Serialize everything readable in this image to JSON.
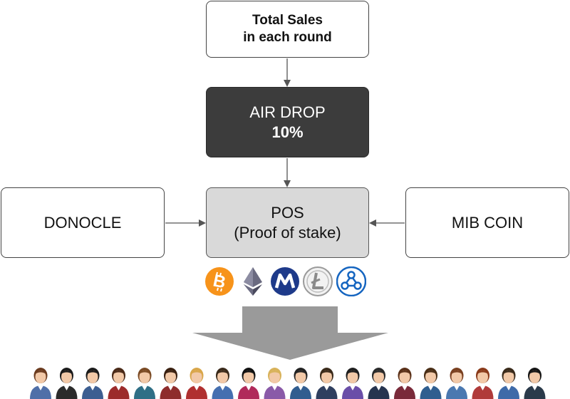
{
  "nodes": {
    "total_sales": {
      "line1": "Total Sales",
      "line2": "in each round"
    },
    "air_drop": {
      "line1": "AIR DROP",
      "line2": "10%"
    },
    "pos": {
      "line1": "POS",
      "line2": "(Proof of stake)"
    },
    "donocle": {
      "label": "DONOCLE"
    },
    "mib_coin": {
      "label": "MIB COIN"
    }
  },
  "edges": [
    {
      "from": "total_sales",
      "to": "air_drop"
    },
    {
      "from": "air_drop",
      "to": "pos"
    },
    {
      "from": "donocle",
      "to": "pos"
    },
    {
      "from": "mib_coin",
      "to": "pos"
    }
  ],
  "coins": [
    {
      "icon": "bitcoin-icon",
      "glyph": "B",
      "color": "#f7931a"
    },
    {
      "icon": "ethereum-icon",
      "glyph": "",
      "color": "#3c3c5c"
    },
    {
      "icon": "mib-coin-icon",
      "glyph": "M",
      "color": "#1e3a8a"
    },
    {
      "icon": "litecoin-icon",
      "glyph": "Ł",
      "color": "#bebebe"
    },
    {
      "icon": "ripple-icon",
      "glyph": "",
      "color": "#1a73e8"
    }
  ],
  "distribution_arrow": {
    "color": "#9a9a9a"
  },
  "people": [
    {
      "icon": "person-icon",
      "hair": "#6b3b1f",
      "shirt": "#4f6fa8"
    },
    {
      "icon": "person-icon",
      "hair": "#1b1b1b",
      "shirt": "#2b2b2b"
    },
    {
      "icon": "person-icon",
      "hair": "#1b1b1b",
      "shirt": "#3c5e91"
    },
    {
      "icon": "person-icon",
      "hair": "#4a2a18",
      "shirt": "#9c2b2b"
    },
    {
      "icon": "person-icon",
      "hair": "#7a4a24",
      "shirt": "#2f6f86"
    },
    {
      "icon": "person-icon",
      "hair": "#3a2010",
      "shirt": "#8e2c2c"
    },
    {
      "icon": "person-icon",
      "hair": "#d9a64a",
      "shirt": "#b03030"
    },
    {
      "icon": "person-icon",
      "hair": "#3a2a1a",
      "shirt": "#456fb0"
    },
    {
      "icon": "person-icon",
      "hair": "#111111",
      "shirt": "#b02a5a"
    },
    {
      "icon": "person-icon",
      "hair": "#d8b25a",
      "shirt": "#8a5aa8"
    },
    {
      "icon": "person-icon",
      "hair": "#222222",
      "shirt": "#315d8f"
    },
    {
      "icon": "person-icon",
      "hair": "#3a2a1a",
      "shirt": "#2f3f5f"
    },
    {
      "icon": "person-icon",
      "hair": "#1e1e1e",
      "shirt": "#6a4ea8"
    },
    {
      "icon": "person-icon",
      "hair": "#2a2a2a",
      "shirt": "#26344f"
    },
    {
      "icon": "person-icon",
      "hair": "#5a3018",
      "shirt": "#7a2a3a"
    },
    {
      "icon": "person-icon",
      "hair": "#4a2e16",
      "shirt": "#2f5e8f"
    },
    {
      "icon": "person-icon",
      "hair": "#7a4020",
      "shirt": "#4a78b0"
    },
    {
      "icon": "person-icon",
      "hair": "#8a3a1a",
      "shirt": "#b03a3a"
    },
    {
      "icon": "person-icon",
      "hair": "#3a2a1a",
      "shirt": "#3e6aa8"
    },
    {
      "icon": "person-icon",
      "hair": "#151515",
      "shirt": "#2a3a4a"
    }
  ]
}
